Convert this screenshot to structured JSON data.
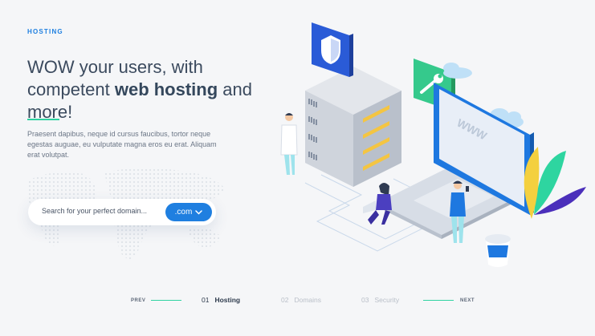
{
  "hero": {
    "eyebrow": "HOSTING",
    "headline_part1": "WOW your users, with competent ",
    "headline_bold": "web hosting",
    "headline_part2": " and more!",
    "description": "Praesent dapibus, neque id cursus faucibus, tortor neque egestas auguae, eu vulputate magna eros eu erat. Aliquam erat volutpat."
  },
  "search": {
    "placeholder": "Search for your perfect domain...",
    "tld_label": ".com",
    "tld_icon": "chevron-down-icon"
  },
  "illustration": {
    "screen_text": "WWW",
    "icons": [
      "shield-icon",
      "wrench-icon"
    ]
  },
  "nav": {
    "prev_label": "PREV",
    "next_label": "NEXT",
    "steps": [
      {
        "num": "01",
        "label": "Hosting",
        "active": true
      },
      {
        "num": "02",
        "label": "Domains",
        "active": false
      },
      {
        "num": "03",
        "label": "Security",
        "active": false
      }
    ]
  },
  "colors": {
    "accent": "#1f7fe0",
    "accent_green": "#2fd3a2",
    "background": "#f5f6f8",
    "heading": "#3b4a5e"
  }
}
